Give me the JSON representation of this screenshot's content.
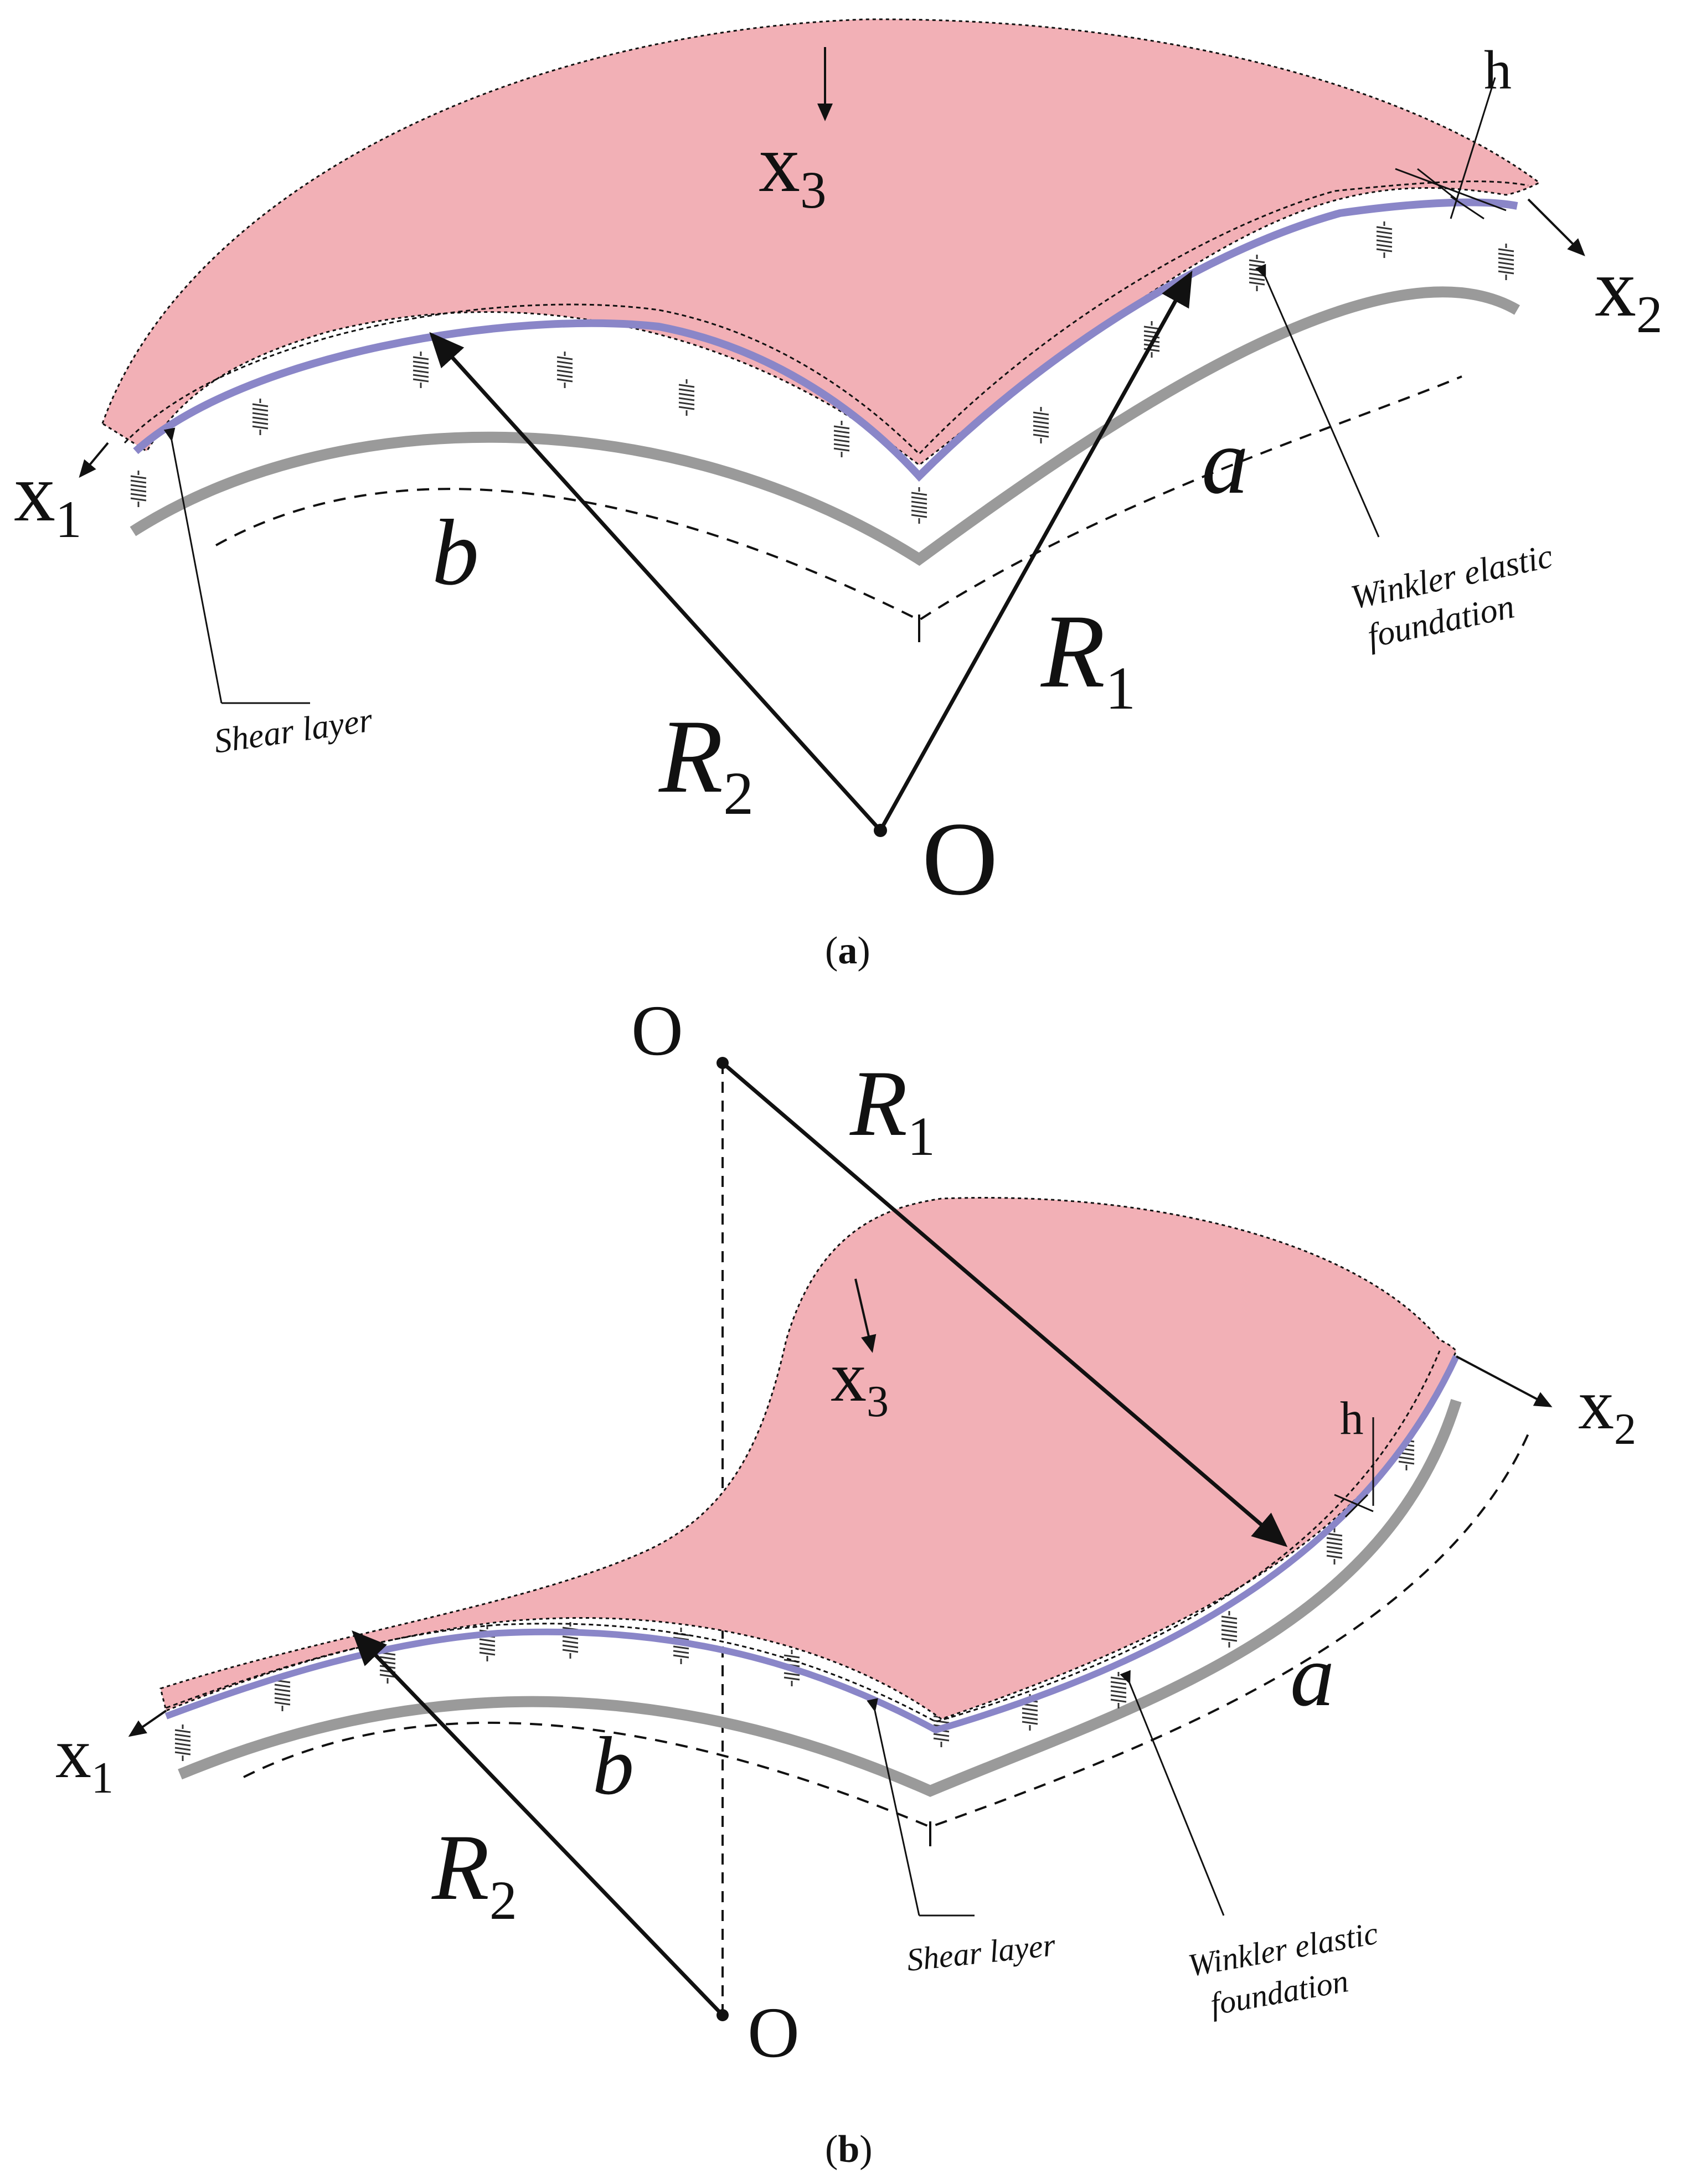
{
  "colors": {
    "shell_fill": "#f2b0b6",
    "shear_layer": "#8a86c8",
    "foundation_base": "#9a9a9a",
    "line": "#111111"
  },
  "figure_a": {
    "axis_x1": "x",
    "axis_x1_sub": "1",
    "axis_x2": "x",
    "axis_x2_sub": "2",
    "axis_x3": "x",
    "axis_x3_sub": "3",
    "thickness": "h",
    "dim_a": "a",
    "dim_b": "b",
    "radius_1": "R",
    "radius_1_sub": "1",
    "radius_2": "R",
    "radius_2_sub": "2",
    "origin": "O",
    "shear_layer_label": "Shear layer",
    "foundation_label_line1": "Winkler elastic",
    "foundation_label_line2": "foundation",
    "caption_open": "(",
    "caption_letter": "a",
    "caption_close": ")"
  },
  "figure_b": {
    "axis_x1": "x",
    "axis_x1_sub": "1",
    "axis_x2": "x",
    "axis_x2_sub": "2",
    "axis_x3": "x",
    "axis_x3_sub": "3",
    "thickness": "h",
    "dim_a": "a",
    "dim_b": "b",
    "radius_1": "R",
    "radius_1_sub": "1",
    "radius_2": "R",
    "radius_2_sub": "2",
    "origin_top": "O",
    "origin_bottom": "O",
    "shear_layer_label": "Shear layer",
    "foundation_label_line1": "Winkler elastic",
    "foundation_label_line2": "foundation",
    "caption_open": "(",
    "caption_letter": "b",
    "caption_close": ")"
  }
}
